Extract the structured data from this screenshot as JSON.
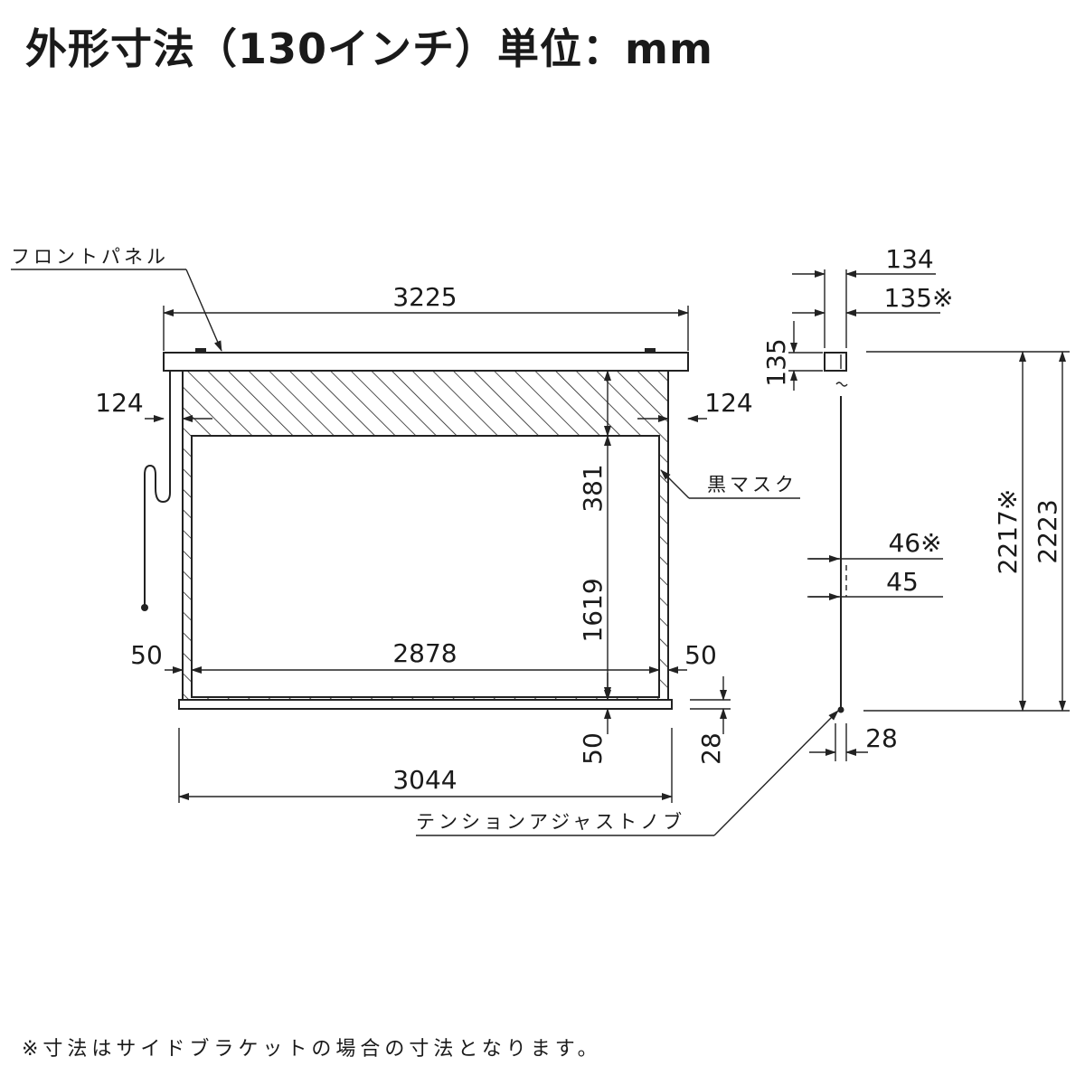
{
  "title": "外形寸法（130インチ）単位：mm",
  "labels": {
    "front_panel": "フロントパネル",
    "black_mask": "黒マスク",
    "tension_knob": "テンションアジャストノブ"
  },
  "dimensions": {
    "overall_width": "3225",
    "screen_width": "3044",
    "image_width": "2878",
    "side_mask_top_left": "124",
    "side_mask_top_right": "124",
    "side_margin_left": "50",
    "side_margin_right": "50",
    "top_mask_height": "381",
    "image_height": "1619",
    "bottom_mask_height": "50",
    "bottom_bar_height": "28",
    "case_depth": "134",
    "case_depth_bracket": "135※",
    "case_height": "135",
    "bar_depth_bracket": "46※",
    "bar_depth": "45",
    "knob_depth": "28",
    "total_height_bracket": "2217※",
    "total_height": "2223"
  },
  "footnote": "※寸法はサイドブラケットの場合の寸法となります。"
}
